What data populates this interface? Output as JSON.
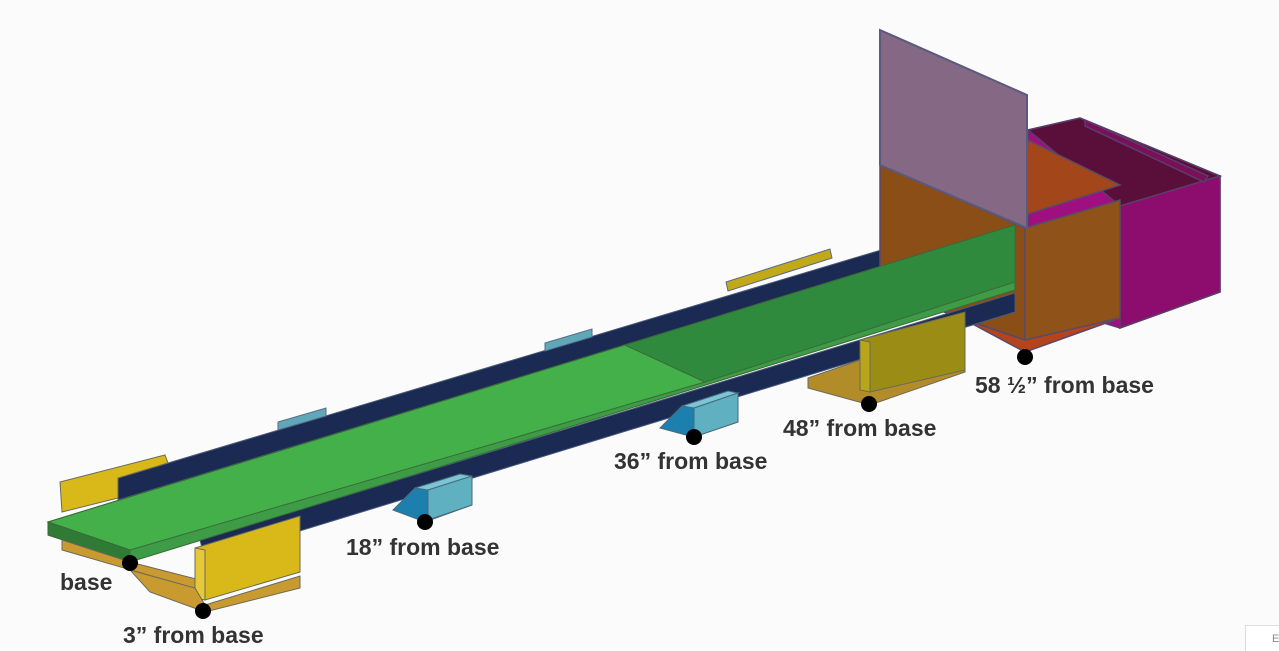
{
  "labels": {
    "base": "base",
    "from_3": "3” from base",
    "from_18": "18” from base",
    "from_36": "36” from base",
    "from_48": "48” from base",
    "from_58": "58 ½” from base"
  },
  "corner_button": {
    "text": "E"
  },
  "colors": {
    "ramp_light": "#43b04a",
    "ramp_dark": "#2f8a3e",
    "rail": "#1b2a52",
    "yellow_block": "#d9b91a",
    "yellow_dark": "#9a8c14",
    "blue_block": "#5fb0c0",
    "orange_box": "#8f5218",
    "magenta_box": "#8c0d6e",
    "mauve_panel": "#846884",
    "marker": "#000000"
  }
}
